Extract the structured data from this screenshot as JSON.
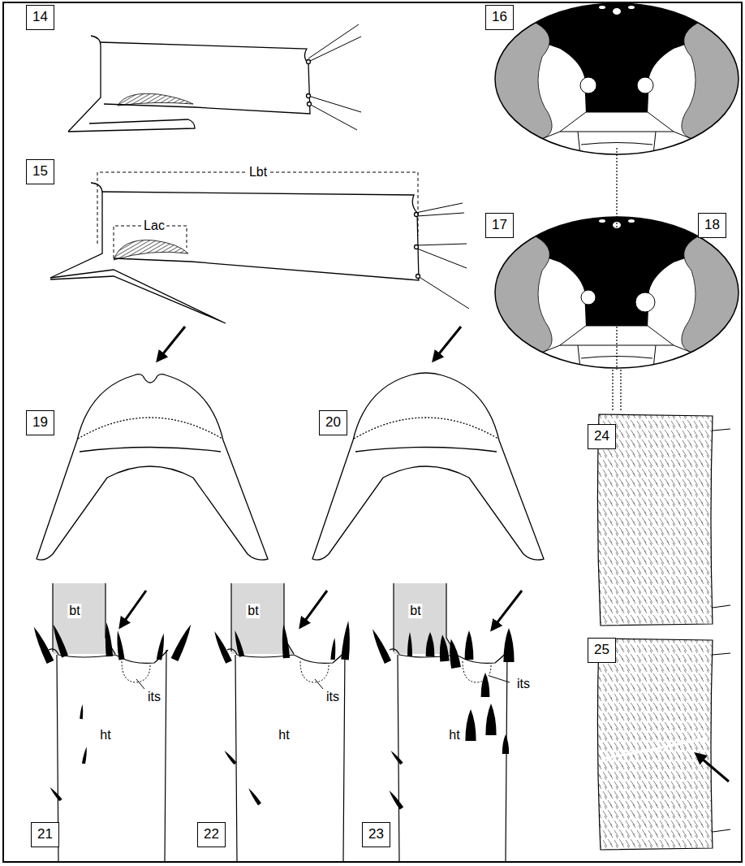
{
  "diagram": {
    "nodes": [
      {
        "text": [
          "14"
        ]
      },
      {
        "text": [
          "15"
        ]
      },
      {
        "text": [
          "16"
        ]
      },
      {
        "text": [
          "17"
        ]
      },
      {
        "text": [
          "18"
        ]
      },
      {
        "text": [
          "19"
        ]
      },
      {
        "text": [
          "20"
        ]
      },
      {
        "text": [
          "21"
        ]
      },
      {
        "text": [
          "22"
        ]
      },
      {
        "text": [
          "23"
        ]
      },
      {
        "text": [
          "24"
        ]
      },
      {
        "text": [
          "25"
        ]
      }
    ],
    "labels": [
      "Lbt",
      "Lac",
      "bt",
      "its",
      "ht",
      "bt",
      "its",
      "ht",
      "bt",
      "its",
      "ht"
    ]
  }
}
